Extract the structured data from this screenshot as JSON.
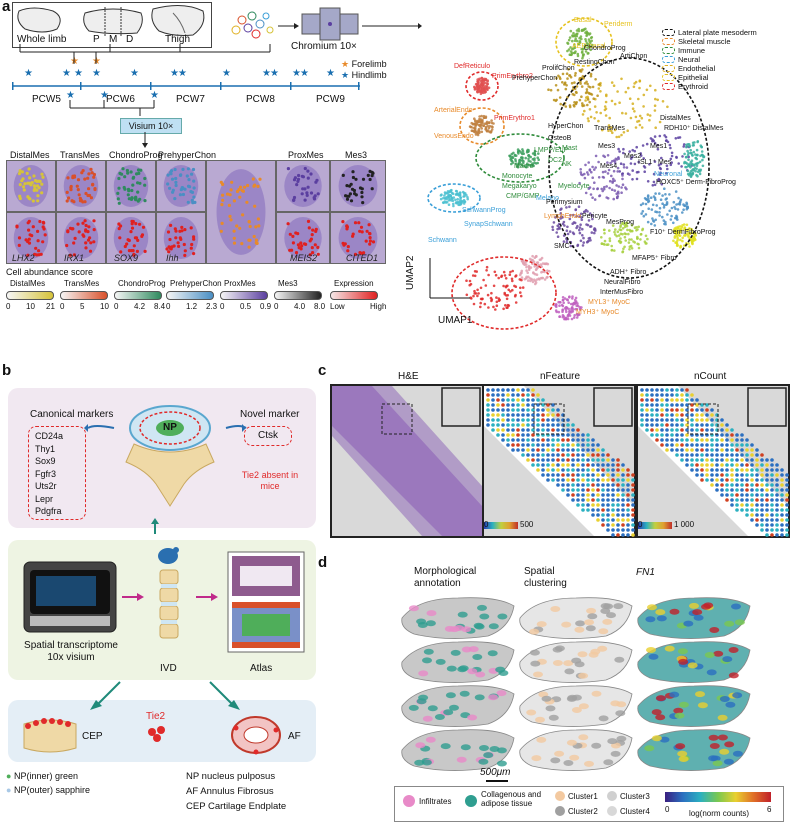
{
  "panel_a": {
    "letter": "a",
    "anatomy": [
      "Whole limb",
      "P",
      "M",
      "D",
      "Thigh"
    ],
    "chromium": "Chromium 10×",
    "limb_legend": {
      "fore": "Forelimb",
      "hind": "Hindlimb"
    },
    "timeline": [
      "PCW5",
      "PCW6",
      "PCW7",
      "PCW8",
      "PCW9"
    ],
    "visium": "Visium 10×",
    "tiles_top": [
      "DistalMes",
      "TransMes",
      "ChondroProg",
      "PrehyperChon",
      "ProxMes",
      "Mes3"
    ],
    "tiles_bottom_genes": [
      "LHX2",
      "IRX1",
      "SOX9",
      "Ihh",
      "MEIS2",
      "CITED1"
    ],
    "score_title": "Cell abundance score",
    "scales": [
      {
        "name": "DistalMes",
        "ticks": [
          "0",
          "10",
          "21"
        ],
        "color": "#d6c33a"
      },
      {
        "name": "TransMes",
        "ticks": [
          "0",
          "5",
          "10"
        ],
        "color": "#d9502a"
      },
      {
        "name": "ChondroProg",
        "ticks": [
          "0",
          "4.2",
          "8.4"
        ],
        "color": "#2f8a5e"
      },
      {
        "name": "PrehyperChon",
        "ticks": [
          "0",
          "1.2",
          "2.3"
        ],
        "color": "#4a8fc4"
      },
      {
        "name": "ProxMes",
        "ticks": [
          "0",
          "0.5",
          "0.9"
        ],
        "color": "#5b3fa0"
      },
      {
        "name": "Mes3",
        "ticks": [
          "0",
          "4.0",
          "8.0"
        ],
        "color": "#222222"
      },
      {
        "name": "Expression",
        "ticks": [
          "Low",
          "High"
        ],
        "color": "#e02020"
      }
    ],
    "umap": {
      "xlabel": "UMAP1",
      "ylabel": "UMAP2",
      "legend": [
        {
          "label": "Lateral plate mesoderm",
          "color": "#111111"
        },
        {
          "label": "Skeletal muscle",
          "color": "#e88a2a"
        },
        {
          "label": "Immune",
          "color": "#2e8b3a"
        },
        {
          "label": "Neural",
          "color": "#3a9fd8"
        },
        {
          "label": "Endothelial",
          "color": "#e0b020"
        },
        {
          "label": "Epithelial",
          "color": "#e6c21e"
        },
        {
          "label": "Erythroid",
          "color": "#e02a2a"
        }
      ],
      "labels": [
        "Basal",
        "Periderm",
        "AER-basal",
        "DefReticulo",
        "PrimErythro2",
        "PrimErythro1",
        "ArterialEndo",
        "VenousEndo",
        "PrehyperChon",
        "ProlifChon",
        "RestingChon",
        "ChondroProg",
        "ArtiChon",
        "Mes2",
        "Mes1",
        "DistalMes",
        "RDH10⁺ DistalMes",
        "HyperChon",
        "OsteoB",
        "LMPP/ELP",
        "DC2",
        "Mast",
        "Macro",
        "NK",
        "Monocyte",
        "Megakaryo",
        "CMP/GMP",
        "Myelocyte",
        "Melano",
        "Neuronal",
        "ISL1⁺ Mes",
        "HOXC5⁺ Derm-FibroProg",
        "F10⁺ DermFibroProg",
        "MFAP5⁺ Fibro",
        "ADH⁺ Fibro",
        "NeuralFibro",
        "InterMusFibro",
        "LymphEndo",
        "Perimysium",
        "Pericyte",
        "SMC",
        "Schwann",
        "SynapSchwann",
        "SchwannProg",
        "MYL3⁺ MyoC",
        "MYH3⁺ MyoC",
        "TransMes",
        "Mes3",
        "Mes4",
        "MesProg"
      ]
    }
  },
  "panel_b": {
    "letter": "b",
    "canonical_title": "Canonical markers",
    "canonical": [
      "CD24a",
      "Thy1",
      "Sox9",
      "Fgfr3",
      "Uts2r",
      "Lepr",
      "Pdgfra"
    ],
    "novel_title": "Novel marker",
    "novel": [
      "Ctsk"
    ],
    "np": "NP",
    "tie2_absent": "Tie2 absent in mice",
    "machine_label": "Spatial transcriptome 10x visium",
    "ivd": "IVD",
    "atlas": "Atlas",
    "tie2": "Tie2",
    "cep": "CEP",
    "af": "AF",
    "key_left": [
      "NP(inner) green",
      "NP(outer) sapphire"
    ],
    "key_right": [
      "NP nucleus pulposus",
      "AF Annulus Fibrosus",
      "CEP Cartilage Endplate"
    ]
  },
  "panel_c": {
    "letter": "c",
    "titles": [
      "H&E",
      "nFeature",
      "nCount"
    ],
    "scale1": [
      "0",
      "500"
    ],
    "scale2": [
      "0",
      "1 000"
    ]
  },
  "panel_d": {
    "letter": "d",
    "titles": [
      "Morphological annotation",
      "Spatial clustering",
      "FN1"
    ],
    "scalebar": "500μm",
    "legend": {
      "infiltrates": "Infiltrates",
      "collagenous": "Collagenous and adipose tissue",
      "clusters": [
        "Cluster1",
        "Cluster3",
        "Cluster2",
        "Cluster4"
      ],
      "cbar_ticks": [
        "0",
        "6"
      ],
      "cbar_label": "log(norm counts)"
    }
  }
}
